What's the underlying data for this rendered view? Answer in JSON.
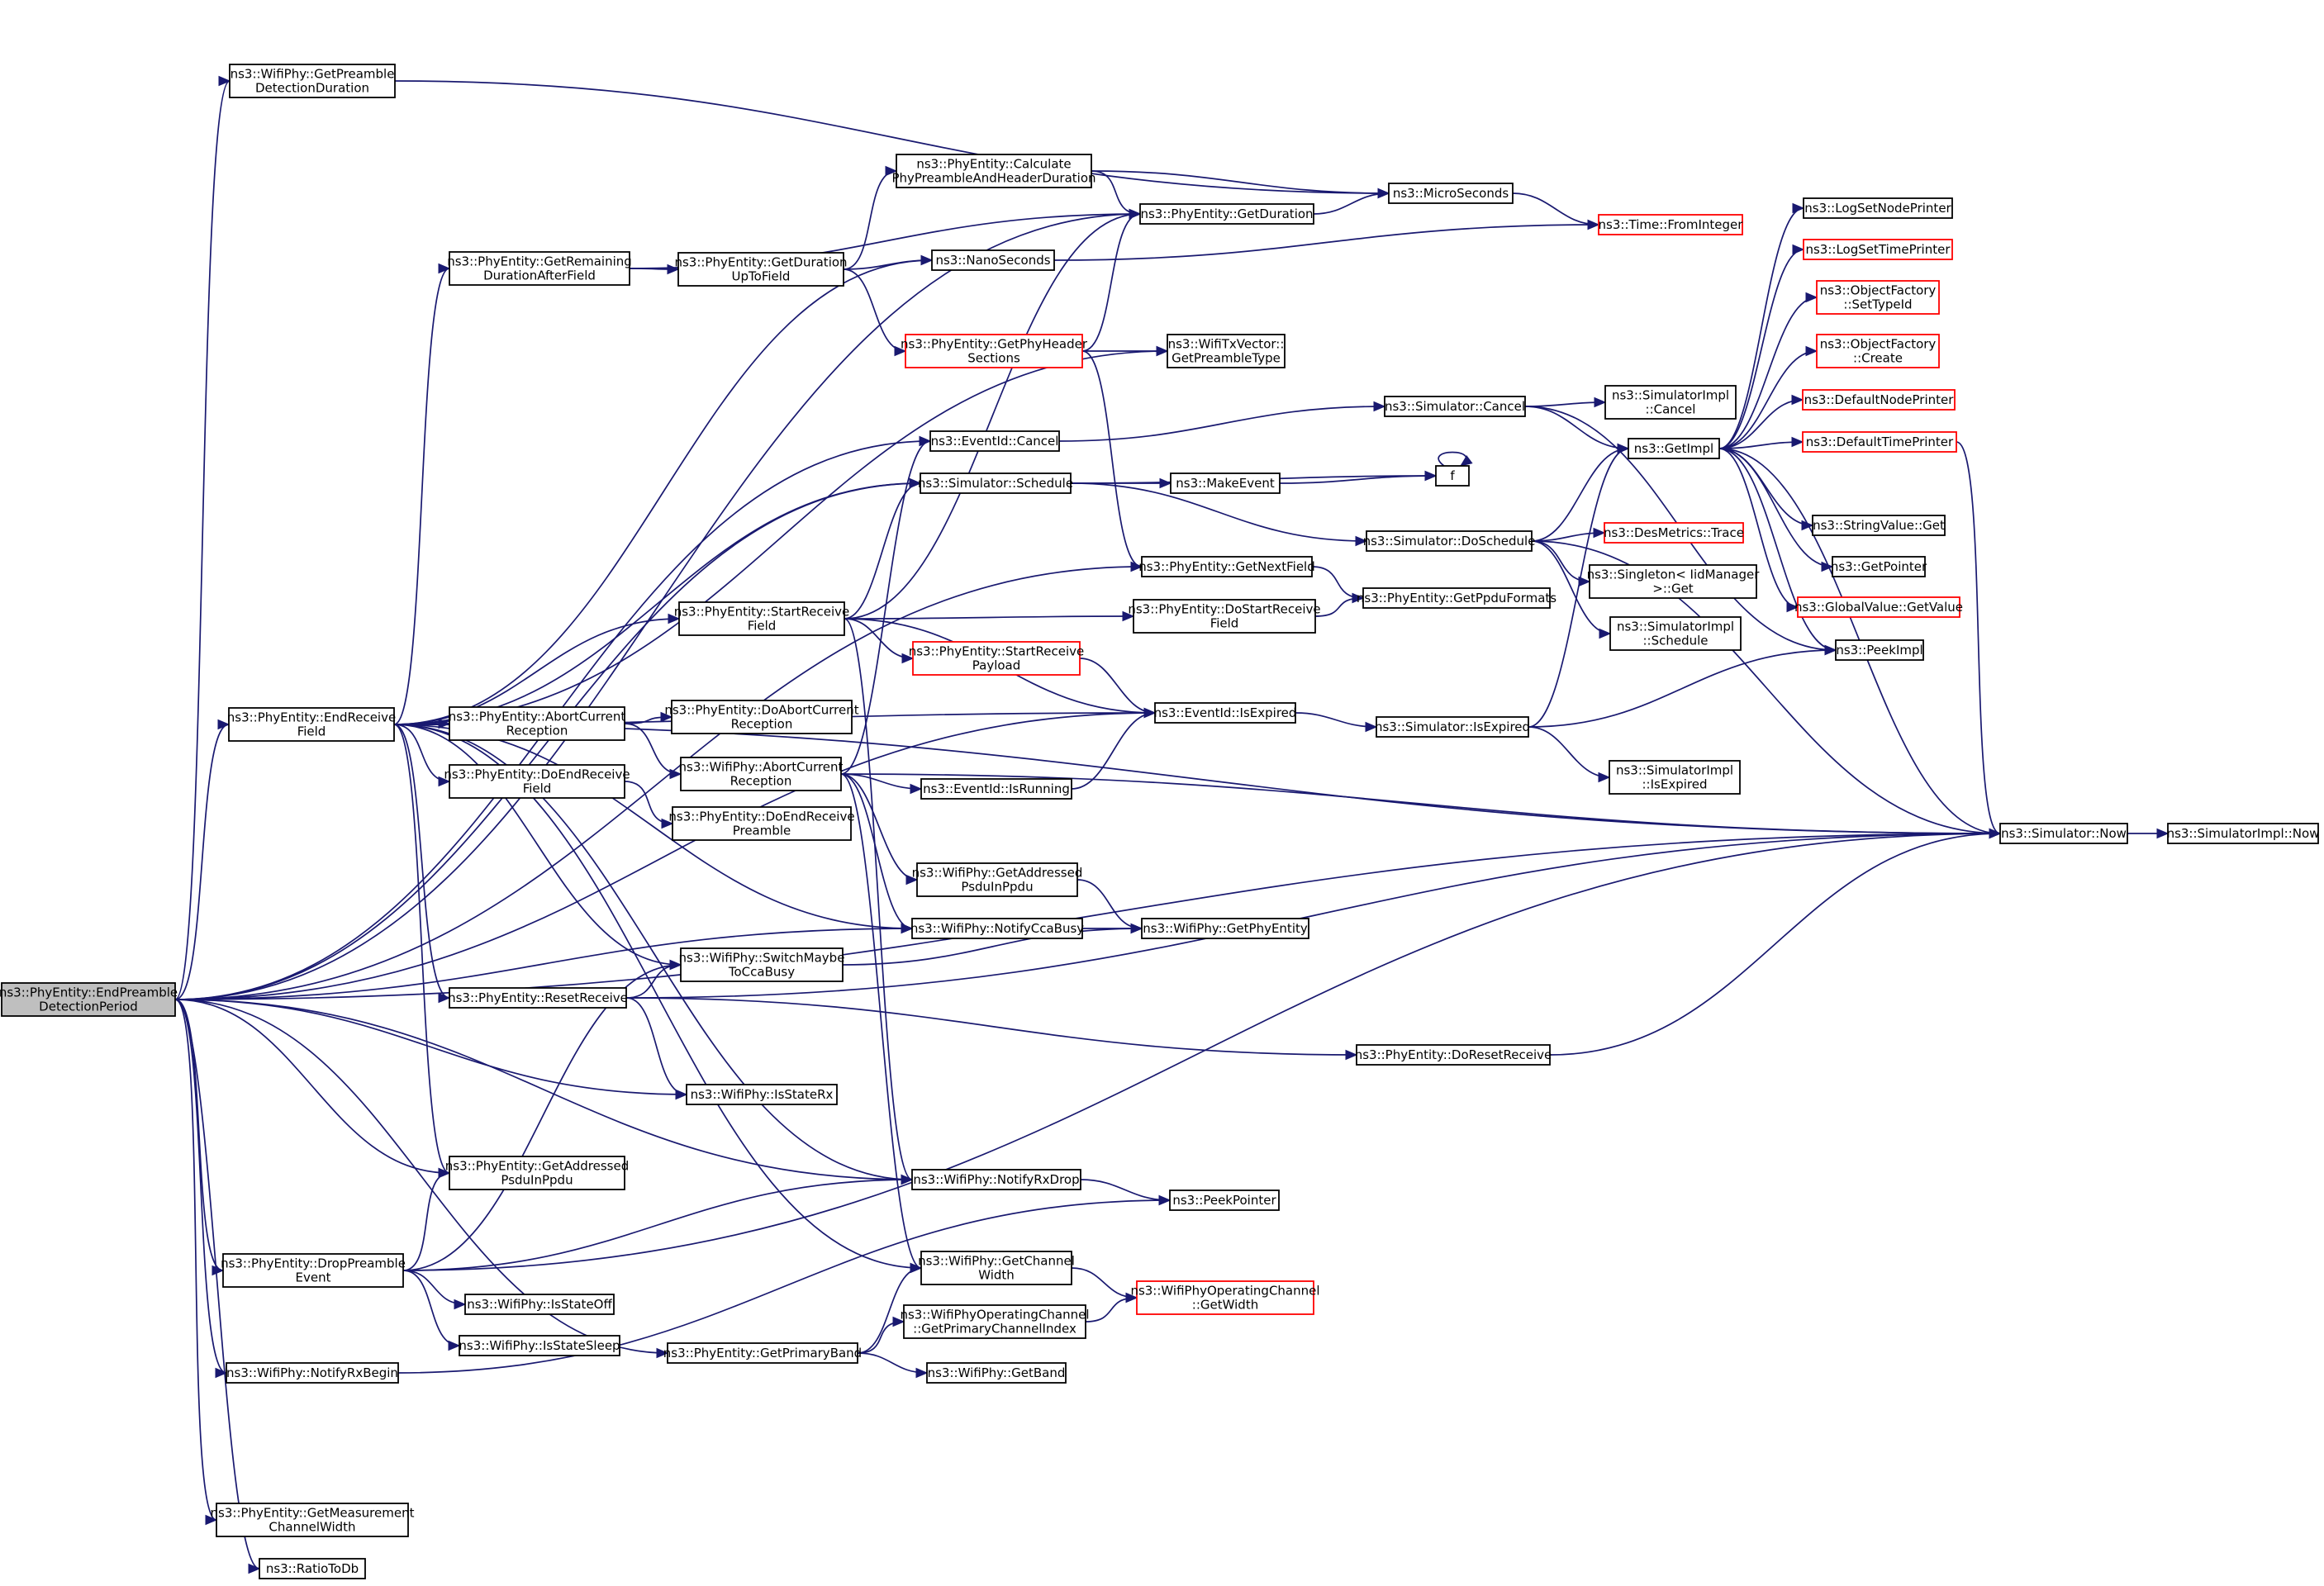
{
  "colors": {
    "edge": "#191970",
    "root_fill": "#bfbfbf",
    "node_border": "#000000",
    "incomplete_node_border": "#ff0000"
  },
  "nodes": [
    {
      "id": "root",
      "lines": [
        "ns3::PhyEntity::EndPreamble",
        "DetectionPeriod"
      ],
      "style": "root"
    },
    {
      "id": "getPreambleDetDur",
      "lines": [
        "ns3::WifiPhy::GetPreamble",
        "DetectionDuration"
      ]
    },
    {
      "id": "endReceiveField",
      "lines": [
        "ns3::PhyEntity::EndReceive",
        "Field"
      ]
    },
    {
      "id": "dropPreambleEvent",
      "lines": [
        "ns3::PhyEntity::DropPreamble",
        "Event"
      ]
    },
    {
      "id": "notifyRxBegin",
      "lines": [
        "ns3::WifiPhy::NotifyRxBegin"
      ]
    },
    {
      "id": "getMeasChanWidth",
      "lines": [
        "ns3::PhyEntity::GetMeasurement",
        "ChannelWidth"
      ]
    },
    {
      "id": "ratioToDb",
      "lines": [
        "ns3::RatioToDb"
      ]
    },
    {
      "id": "getRemainingDur",
      "lines": [
        "ns3::PhyEntity::GetRemaining",
        "DurationAfterField"
      ]
    },
    {
      "id": "abortCurrentRecPE",
      "lines": [
        "ns3::PhyEntity::AbortCurrent",
        "Reception"
      ]
    },
    {
      "id": "doEndReceiveField",
      "lines": [
        "ns3::PhyEntity::DoEndReceive",
        "Field"
      ]
    },
    {
      "id": "resetReceive",
      "lines": [
        "ns3::PhyEntity::ResetReceive"
      ]
    },
    {
      "id": "getAddressedPsduPE",
      "lines": [
        "ns3::PhyEntity::GetAddressed",
        "PsduInPpdu"
      ]
    },
    {
      "id": "isStateOff",
      "lines": [
        "ns3::WifiPhy::IsStateOff"
      ]
    },
    {
      "id": "isStateSleep",
      "lines": [
        "ns3::WifiPhy::IsStateSleep"
      ]
    },
    {
      "id": "getPrimaryBand",
      "lines": [
        "ns3::PhyEntity::GetPrimaryBand"
      ]
    },
    {
      "id": "getDurationUpToField",
      "lines": [
        "ns3::PhyEntity::GetDuration",
        "UpToField"
      ]
    },
    {
      "id": "calcPhyPreamble",
      "lines": [
        "ns3::PhyEntity::Calculate",
        "PhyPreambleAndHeaderDuration"
      ]
    },
    {
      "id": "startReceiveField",
      "lines": [
        "ns3::PhyEntity::StartReceive",
        "Field"
      ]
    },
    {
      "id": "doAbortCurrentRec",
      "lines": [
        "ns3::PhyEntity::DoAbortCurrent",
        "Reception"
      ]
    },
    {
      "id": "abortCurrentRecWP",
      "lines": [
        "ns3::WifiPhy::AbortCurrent",
        "Reception"
      ]
    },
    {
      "id": "doEndReceivePreamble",
      "lines": [
        "ns3::PhyEntity::DoEndReceive",
        "Preamble"
      ]
    },
    {
      "id": "switchMaybeToCcaBusy",
      "lines": [
        "ns3::WifiPhy::SwitchMaybe",
        "ToCcaBusy"
      ]
    },
    {
      "id": "isStateRx",
      "lines": [
        "ns3::WifiPhy::IsStateRx"
      ]
    },
    {
      "id": "getDuration",
      "lines": [
        "ns3::PhyEntity::GetDuration"
      ]
    },
    {
      "id": "nanoSeconds",
      "lines": [
        "ns3::NanoSeconds"
      ]
    },
    {
      "id": "getPhyHeaderSections",
      "lines": [
        "ns3::PhyEntity::GetPhyHeader",
        "Sections"
      ],
      "style": "red"
    },
    {
      "id": "eventIdCancel",
      "lines": [
        "ns3::EventId::Cancel"
      ]
    },
    {
      "id": "simSchedule",
      "lines": [
        "ns3::Simulator::Schedule"
      ]
    },
    {
      "id": "startReceivePayload",
      "lines": [
        "ns3::PhyEntity::StartReceive",
        "Payload"
      ],
      "style": "red"
    },
    {
      "id": "eventIdIsRunning",
      "lines": [
        "ns3::EventId::IsRunning"
      ]
    },
    {
      "id": "getAddressedPsduWP",
      "lines": [
        "ns3::WifiPhy::GetAddressed",
        "PsduInPpdu"
      ]
    },
    {
      "id": "notifyCcaBusy",
      "lines": [
        "ns3::WifiPhy::NotifyCcaBusy"
      ]
    },
    {
      "id": "notifyRxDrop",
      "lines": [
        "ns3::WifiPhy::NotifyRxDrop"
      ]
    },
    {
      "id": "getChannelWidth",
      "lines": [
        "ns3::WifiPhy::GetChannel",
        "Width"
      ]
    },
    {
      "id": "getPrimaryChanIdx",
      "lines": [
        "ns3::WifiPhyOperatingChannel",
        "::GetPrimaryChannelIndex"
      ]
    },
    {
      "id": "getBand",
      "lines": [
        "ns3::WifiPhy::GetBand"
      ]
    },
    {
      "id": "microSeconds",
      "lines": [
        "ns3::MicroSeconds"
      ]
    },
    {
      "id": "getPreambleType",
      "lines": [
        "ns3::WifiTxVector::",
        "GetPreambleType"
      ]
    },
    {
      "id": "makeEvent",
      "lines": [
        "ns3::MakeEvent"
      ]
    },
    {
      "id": "getNextField",
      "lines": [
        "ns3::PhyEntity::GetNextField"
      ]
    },
    {
      "id": "doStartReceiveField",
      "lines": [
        "ns3::PhyEntity::DoStartReceive",
        "Field"
      ]
    },
    {
      "id": "eventIdIsExpired",
      "lines": [
        "ns3::EventId::IsExpired"
      ]
    },
    {
      "id": "getPhyEntity",
      "lines": [
        "ns3::WifiPhy::GetPhyEntity"
      ]
    },
    {
      "id": "peekPointer",
      "lines": [
        "ns3::PeekPointer"
      ]
    },
    {
      "id": "getWidth",
      "lines": [
        "ns3::WifiPhyOperatingChannel",
        "::GetWidth"
      ],
      "style": "red"
    },
    {
      "id": "doResetReceive",
      "lines": [
        "ns3::PhyEntity::DoResetReceive"
      ]
    },
    {
      "id": "simCancel",
      "lines": [
        "ns3::Simulator::Cancel"
      ]
    },
    {
      "id": "simDoSchedule",
      "lines": [
        "ns3::Simulator::DoSchedule"
      ]
    },
    {
      "id": "getPpduFormats",
      "lines": [
        "ns3::PhyEntity::GetPpduFormats"
      ]
    },
    {
      "id": "simIsExpired",
      "lines": [
        "ns3::Simulator::IsExpired"
      ]
    },
    {
      "id": "f",
      "lines": [
        "f"
      ]
    },
    {
      "id": "timeFromInteger",
      "lines": [
        "ns3::Time::FromInteger"
      ],
      "style": "red"
    },
    {
      "id": "simImplCancel",
      "lines": [
        "ns3::SimulatorImpl",
        "::Cancel"
      ]
    },
    {
      "id": "getImpl",
      "lines": [
        "ns3::GetImpl"
      ]
    },
    {
      "id": "desMetricsTrace",
      "lines": [
        "ns3::DesMetrics::Trace"
      ],
      "style": "red"
    },
    {
      "id": "singletonGet",
      "lines": [
        "ns3::Singleton< IidManager",
        ">::Get"
      ]
    },
    {
      "id": "simImplSchedule",
      "lines": [
        "ns3::SimulatorImpl",
        "::Schedule"
      ]
    },
    {
      "id": "simImplIsExpired",
      "lines": [
        "ns3::SimulatorImpl",
        "::IsExpired"
      ]
    },
    {
      "id": "simNow",
      "lines": [
        "ns3::Simulator::Now"
      ]
    },
    {
      "id": "logSetNodePrinter",
      "lines": [
        "ns3::LogSetNodePrinter"
      ]
    },
    {
      "id": "logSetTimePrinter",
      "lines": [
        "ns3::LogSetTimePrinter"
      ],
      "style": "red"
    },
    {
      "id": "objFactorySetTypeId",
      "lines": [
        "ns3::ObjectFactory",
        "::SetTypeId"
      ],
      "style": "red"
    },
    {
      "id": "objFactoryCreate",
      "lines": [
        "ns3::ObjectFactory",
        "::Create"
      ],
      "style": "red"
    },
    {
      "id": "defaultNodePrinter",
      "lines": [
        "ns3::DefaultNodePrinter"
      ],
      "style": "red"
    },
    {
      "id": "defaultTimePrinter",
      "lines": [
        "ns3::DefaultTimePrinter"
      ],
      "style": "red"
    },
    {
      "id": "stringValueGet",
      "lines": [
        "ns3::StringValue::Get"
      ]
    },
    {
      "id": "getPointer",
      "lines": [
        "ns3::GetPointer"
      ]
    },
    {
      "id": "globalValueGetValue",
      "lines": [
        "ns3::GlobalValue::GetValue"
      ],
      "style": "red"
    },
    {
      "id": "peekImpl",
      "lines": [
        "ns3::PeekImpl"
      ]
    },
    {
      "id": "simImplNow",
      "lines": [
        "ns3::SimulatorImpl::Now"
      ]
    }
  ],
  "edges": [
    [
      "root",
      "getPreambleDetDur"
    ],
    [
      "root",
      "endReceiveField"
    ],
    [
      "root",
      "dropPreambleEvent"
    ],
    [
      "root",
      "notifyRxBegin"
    ],
    [
      "root",
      "getMeasChanWidth"
    ],
    [
      "root",
      "ratioToDb"
    ],
    [
      "root",
      "simNow"
    ],
    [
      "root",
      "getDuration"
    ],
    [
      "root",
      "eventIdCancel"
    ],
    [
      "root",
      "simSchedule"
    ],
    [
      "root",
      "eventIdIsExpired"
    ],
    [
      "root",
      "getNextField"
    ],
    [
      "root",
      "notifyCcaBusy"
    ],
    [
      "root",
      "isStateRx"
    ],
    [
      "root",
      "getAddressedPsduPE"
    ],
    [
      "root",
      "notifyRxDrop"
    ],
    [
      "root",
      "getPrimaryBand"
    ],
    [
      "getPreambleDetDur",
      "microSeconds"
    ],
    [
      "endReceiveField",
      "getRemainingDur"
    ],
    [
      "endReceiveField",
      "abortCurrentRecPE"
    ],
    [
      "endReceiveField",
      "doEndReceiveField"
    ],
    [
      "endReceiveField",
      "resetReceive"
    ],
    [
      "endReceiveField",
      "getAddressedPsduPE"
    ],
    [
      "endReceiveField",
      "switchMaybeToCcaBusy"
    ],
    [
      "endReceiveField",
      "startReceiveField"
    ],
    [
      "endReceiveField",
      "simSchedule"
    ],
    [
      "endReceiveField",
      "nanoSeconds"
    ],
    [
      "endReceiveField",
      "getPreambleType"
    ],
    [
      "endReceiveField",
      "eventIdIsExpired"
    ],
    [
      "endReceiveField",
      "notifyCcaBusy"
    ],
    [
      "endReceiveField",
      "notifyRxDrop"
    ],
    [
      "endReceiveField",
      "simNow"
    ],
    [
      "endReceiveField",
      "getChannelWidth"
    ],
    [
      "dropPreambleEvent",
      "getAddressedPsduPE"
    ],
    [
      "dropPreambleEvent",
      "isStateOff"
    ],
    [
      "dropPreambleEvent",
      "isStateSleep"
    ],
    [
      "dropPreambleEvent",
      "notifyRxDrop"
    ],
    [
      "dropPreambleEvent",
      "switchMaybeToCcaBusy"
    ],
    [
      "dropPreambleEvent",
      "simNow"
    ],
    [
      "notifyRxBegin",
      "peekPointer"
    ],
    [
      "getRemainingDur",
      "getDurationUpToField"
    ],
    [
      "getRemainingDur",
      "getDuration"
    ],
    [
      "abortCurrentRecPE",
      "doAbortCurrentRec"
    ],
    [
      "abortCurrentRecPE",
      "abortCurrentRecWP"
    ],
    [
      "doEndReceiveField",
      "doEndReceivePreamble"
    ],
    [
      "resetReceive",
      "switchMaybeToCcaBusy"
    ],
    [
      "resetReceive",
      "isStateRx"
    ],
    [
      "resetReceive",
      "doResetReceive"
    ],
    [
      "resetReceive",
      "simNow"
    ],
    [
      "getPrimaryBand",
      "getChannelWidth"
    ],
    [
      "getPrimaryBand",
      "getPrimaryChanIdx"
    ],
    [
      "getPrimaryBand",
      "getBand"
    ],
    [
      "getDurationUpToField",
      "calcPhyPreamble"
    ],
    [
      "getDurationUpToField",
      "nanoSeconds"
    ],
    [
      "getDurationUpToField",
      "getPhyHeaderSections"
    ],
    [
      "calcPhyPreamble",
      "getDuration"
    ],
    [
      "calcPhyPreamble",
      "microSeconds"
    ],
    [
      "startReceiveField",
      "getDuration"
    ],
    [
      "startReceiveField",
      "simSchedule"
    ],
    [
      "startReceiveField",
      "doStartReceiveField"
    ],
    [
      "startReceiveField",
      "startReceivePayload"
    ],
    [
      "startReceiveField",
      "eventIdIsExpired"
    ],
    [
      "startReceiveField",
      "notifyRxDrop"
    ],
    [
      "abortCurrentRecWP",
      "eventIdCancel"
    ],
    [
      "abortCurrentRecWP",
      "eventIdIsRunning"
    ],
    [
      "abortCurrentRecWP",
      "getAddressedPsduWP"
    ],
    [
      "abortCurrentRecWP",
      "notifyCcaBusy"
    ],
    [
      "abortCurrentRecWP",
      "simNow"
    ],
    [
      "abortCurrentRecWP",
      "getChannelWidth"
    ],
    [
      "switchMaybeToCcaBusy",
      "getPhyEntity"
    ],
    [
      "getDuration",
      "microSeconds"
    ],
    [
      "nanoSeconds",
      "timeFromInteger"
    ],
    [
      "getPhyHeaderSections",
      "getDuration"
    ],
    [
      "getPhyHeaderSections",
      "getPreambleType"
    ],
    [
      "getPhyHeaderSections",
      "getNextField"
    ],
    [
      "eventIdCancel",
      "simCancel"
    ],
    [
      "simSchedule",
      "makeEvent"
    ],
    [
      "simSchedule",
      "simDoSchedule"
    ],
    [
      "simSchedule",
      "f"
    ],
    [
      "startReceivePayload",
      "eventIdIsExpired"
    ],
    [
      "eventIdIsRunning",
      "eventIdIsExpired"
    ],
    [
      "getAddressedPsduWP",
      "getPhyEntity"
    ],
    [
      "notifyCcaBusy",
      "getPhyEntity"
    ],
    [
      "notifyRxDrop",
      "peekPointer"
    ],
    [
      "getChannelWidth",
      "getWidth"
    ],
    [
      "getPrimaryChanIdx",
      "getWidth"
    ],
    [
      "microSeconds",
      "timeFromInteger"
    ],
    [
      "makeEvent",
      "f"
    ],
    [
      "getNextField",
      "getPpduFormats"
    ],
    [
      "doStartReceiveField",
      "getPpduFormats"
    ],
    [
      "eventIdIsExpired",
      "simIsExpired"
    ],
    [
      "doResetReceive",
      "simNow"
    ],
    [
      "simCancel",
      "simImplCancel"
    ],
    [
      "simCancel",
      "getImpl"
    ],
    [
      "simCancel",
      "peekImpl"
    ],
    [
      "simDoSchedule",
      "getImpl"
    ],
    [
      "simDoSchedule",
      "desMetricsTrace"
    ],
    [
      "simDoSchedule",
      "singletonGet"
    ],
    [
      "simDoSchedule",
      "simImplSchedule"
    ],
    [
      "simDoSchedule",
      "simNow"
    ],
    [
      "simIsExpired",
      "getImpl"
    ],
    [
      "simIsExpired",
      "peekImpl"
    ],
    [
      "simIsExpired",
      "simImplIsExpired"
    ],
    [
      "f",
      "f"
    ],
    [
      "getImpl",
      "logSetNodePrinter"
    ],
    [
      "getImpl",
      "logSetTimePrinter"
    ],
    [
      "getImpl",
      "objFactorySetTypeId"
    ],
    [
      "getImpl",
      "objFactoryCreate"
    ],
    [
      "getImpl",
      "defaultNodePrinter"
    ],
    [
      "getImpl",
      "defaultTimePrinter"
    ],
    [
      "getImpl",
      "stringValueGet"
    ],
    [
      "getImpl",
      "getPointer"
    ],
    [
      "getImpl",
      "globalValueGetValue"
    ],
    [
      "getImpl",
      "peekImpl"
    ],
    [
      "getImpl",
      "simNow"
    ],
    [
      "defaultTimePrinter",
      "simNow"
    ],
    [
      "simNow",
      "simImplNow"
    ]
  ]
}
